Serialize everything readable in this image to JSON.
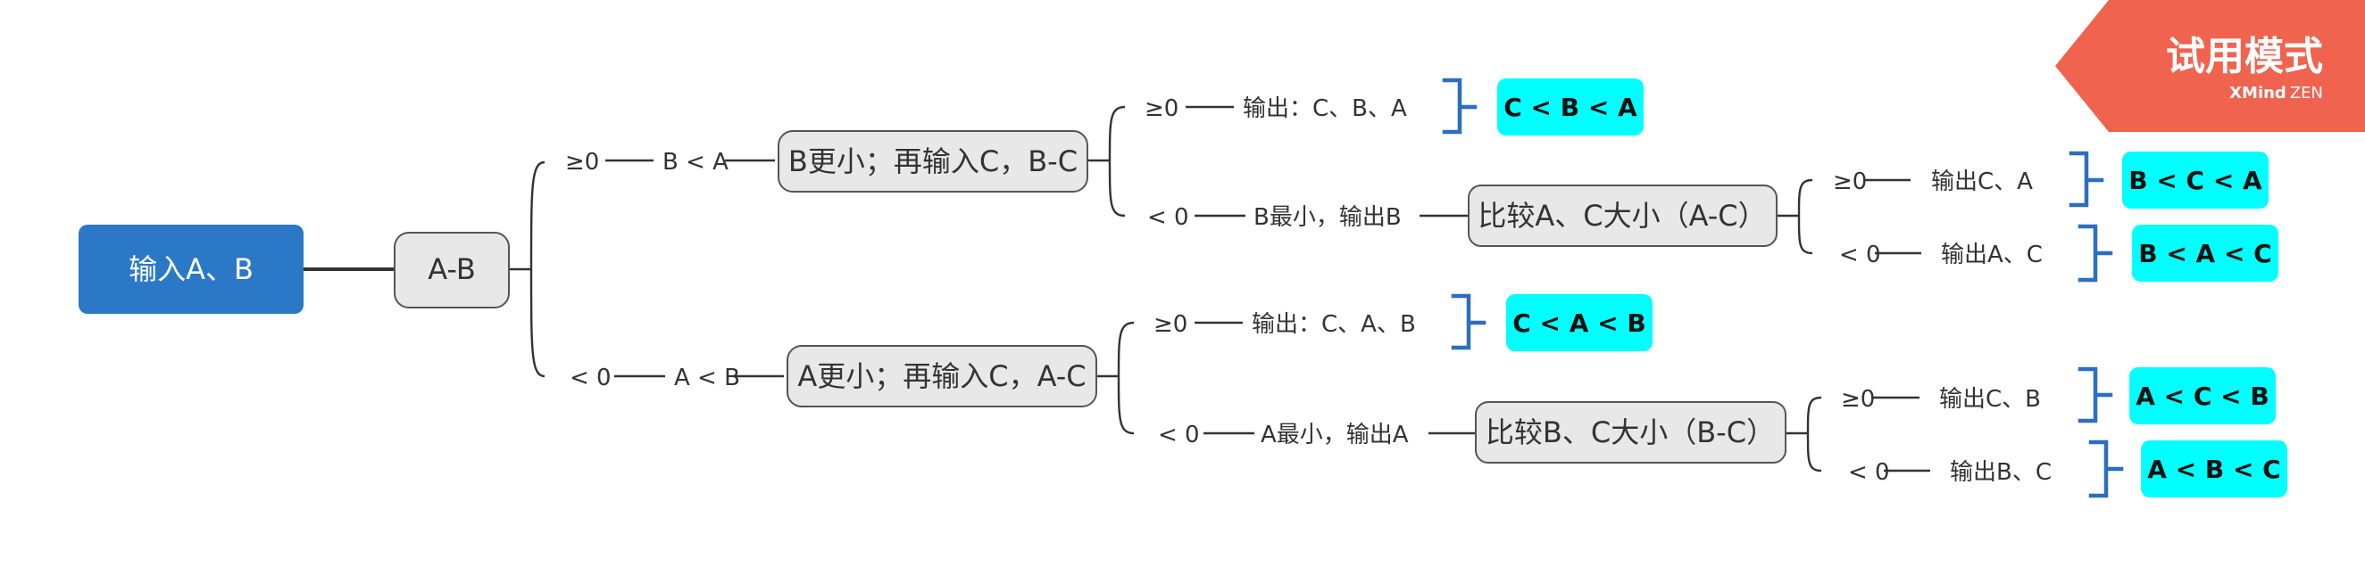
{
  "root": {
    "label": "输入A、B"
  },
  "diff_node": {
    "label": "A-B"
  },
  "branch_top": {
    "sign": "≥0",
    "relation": "B < A",
    "node": "B更小；再输入C，B-C",
    "sub_ge": {
      "sign": "≥0",
      "output": "输出：C、B、A",
      "result": "C < B < A"
    },
    "sub_lt": {
      "sign": "< 0",
      "output": "B最小，输出B",
      "node": "比较A、C大小（A-C）",
      "leaf_ge": {
        "sign": "≥0",
        "output": "输出C、A",
        "result": "B < C < A"
      },
      "leaf_lt": {
        "sign": "< 0",
        "output": "输出A、C",
        "result": "B < A < C"
      }
    }
  },
  "branch_bottom": {
    "sign": "< 0",
    "relation": "A < B",
    "node": "A更小；再输入C，A-C",
    "sub_ge": {
      "sign": "≥0",
      "output": "输出：C、A、B",
      "result": "C < A < B"
    },
    "sub_lt": {
      "sign": "< 0",
      "output": "A最小，输出A",
      "node": "比较B、C大小（B-C）",
      "leaf_ge": {
        "sign": "≥0",
        "output": "输出C、B",
        "result": "A < C < B"
      },
      "leaf_lt": {
        "sign": "< 0",
        "output": "输出B、C",
        "result": "A < B < C"
      }
    }
  },
  "trial_badge": {
    "title": "试用模式",
    "brand": "XMind",
    "brand_suffix": "ZEN"
  },
  "colors": {
    "root_fill": "#2b79c6",
    "node_fill": "#e8e8e8",
    "node_stroke": "#555555",
    "result_fill": "#00ffff",
    "bracket": "#2a6fc0",
    "trial_badge": "#f0634f"
  }
}
